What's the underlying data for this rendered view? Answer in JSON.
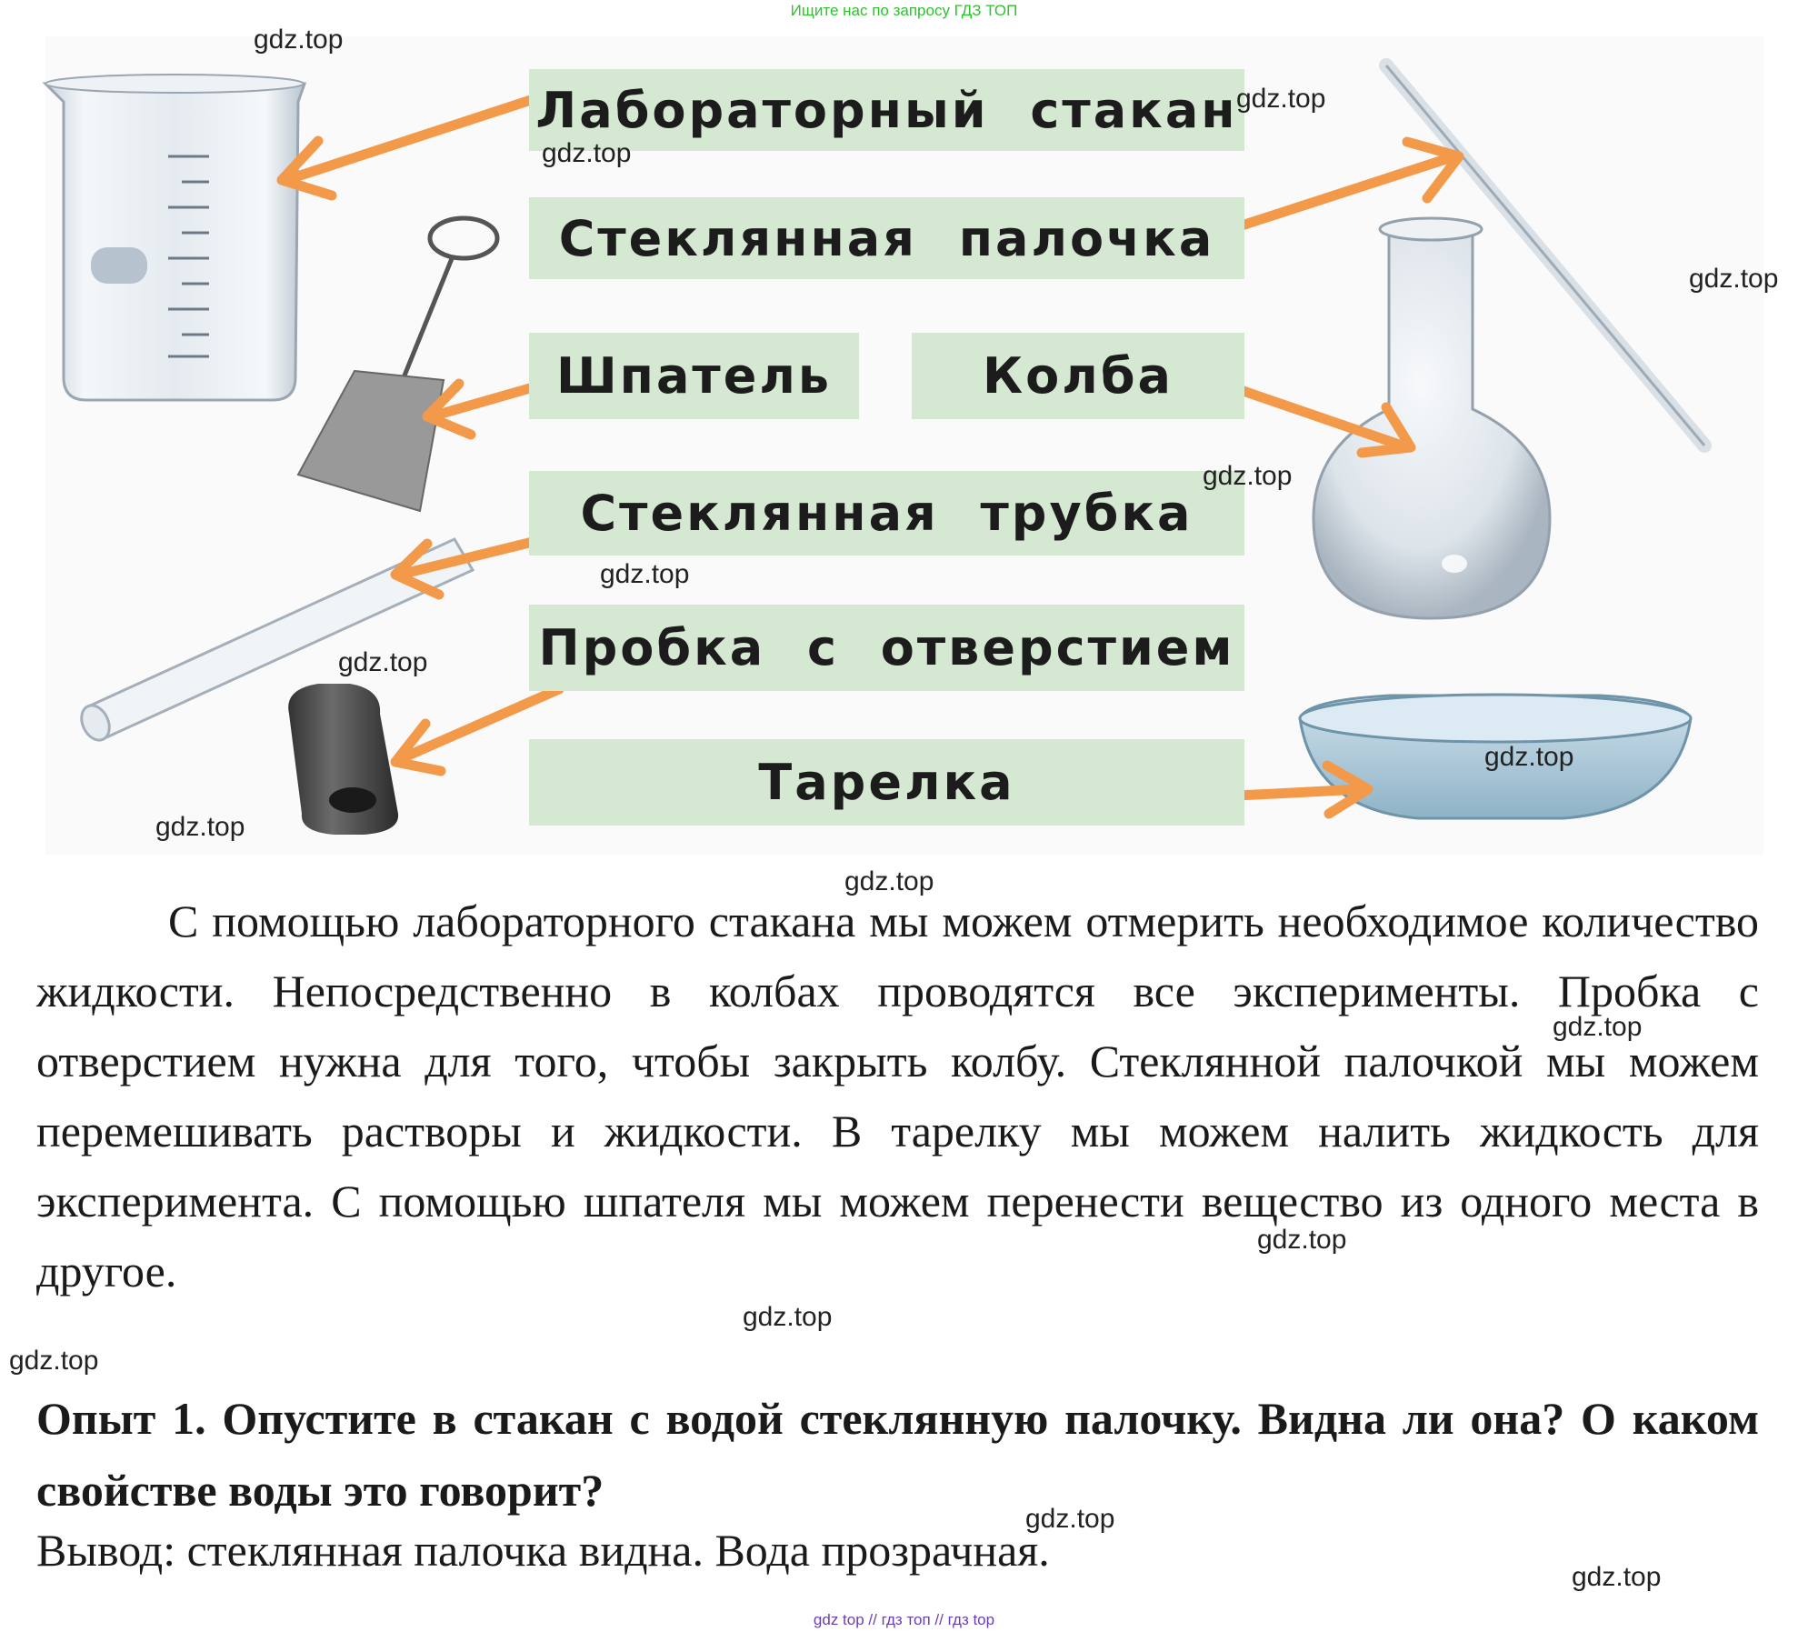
{
  "top_banner": "Ищите нас по запросу ГДЗ ТОП",
  "bottom_banner": "gdz top  //  гдз топ  //  гдз top",
  "watermark": "gdz.top",
  "labels": {
    "beaker": "Лабораторный стакан",
    "glass_rod": "Стеклянная палочка",
    "spatula": "Шпатель",
    "flask": "Колба",
    "glass_tube": "Стеклянная трубка",
    "stopper": "Пробка с отверстием",
    "dish": "Тарелка"
  },
  "paragraph": "С помощью лабораторного стакана мы можем отмерить необходимое количество жидкости. Непосредственно в колбах проводятся все эксперименты. Пробка с отверстием нужна для того, чтобы закрыть колбу. Стеклянной палочкой мы можем перемешивать растворы и жидкости. В тарелку мы можем налить жидкость для эксперимента. С помощью шпателя мы можем перенести вещество из одного места в другое.",
  "task": "Опыт 1. Опустите в стакан с водой стеклянную палочку. Видна ли она? О каком свойстве воды это говорит?",
  "conclusion": "Вывод: стеклянная палочка видна. Вода прозрачная."
}
